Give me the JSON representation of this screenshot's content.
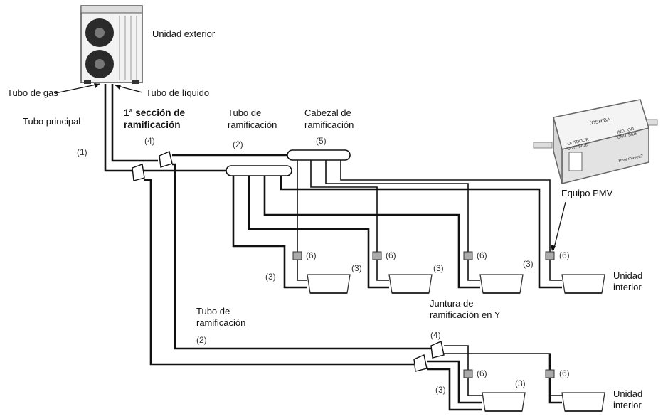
{
  "labels": {
    "outdoor_unit": "Unidad exterior",
    "gas_pipe": "Tubo de gas",
    "liquid_pipe": "Tubo de líquido",
    "main_pipe": "Tubo principal",
    "first_branch_line1": "1ª sección de",
    "first_branch_line2": "ramificación",
    "branch_pipe_line1": "Tubo de",
    "branch_pipe_line2": "ramificación",
    "header_line1": "Cabezal de",
    "header_line2": "ramificación",
    "pmv": "Equipo PMV",
    "indoor_line1": "Unidad",
    "indoor_line2": "interior",
    "yjoint_line1": "Juntura de",
    "yjoint_line2": "ramificación en Y",
    "branch_pipe2_line1": "Tubo de",
    "branch_pipe2_line2": "ramificación",
    "indoor2_line1": "Unidad",
    "indoor2_line2": "interior"
  },
  "pmv_box": {
    "brand": "TOSHIBA",
    "left_text_1": "OUTDOOR",
    "left_text_2": "UNIT SIDE",
    "right_text_1": "INDOOR",
    "right_text_2": "UNIT SIDE",
    "model": "Pmv maven2"
  },
  "numbers": {
    "n1": "(1)",
    "n2": "(2)",
    "n3": "(3)",
    "n4": "(4)",
    "n5": "(5)",
    "n6": "(6)"
  }
}
